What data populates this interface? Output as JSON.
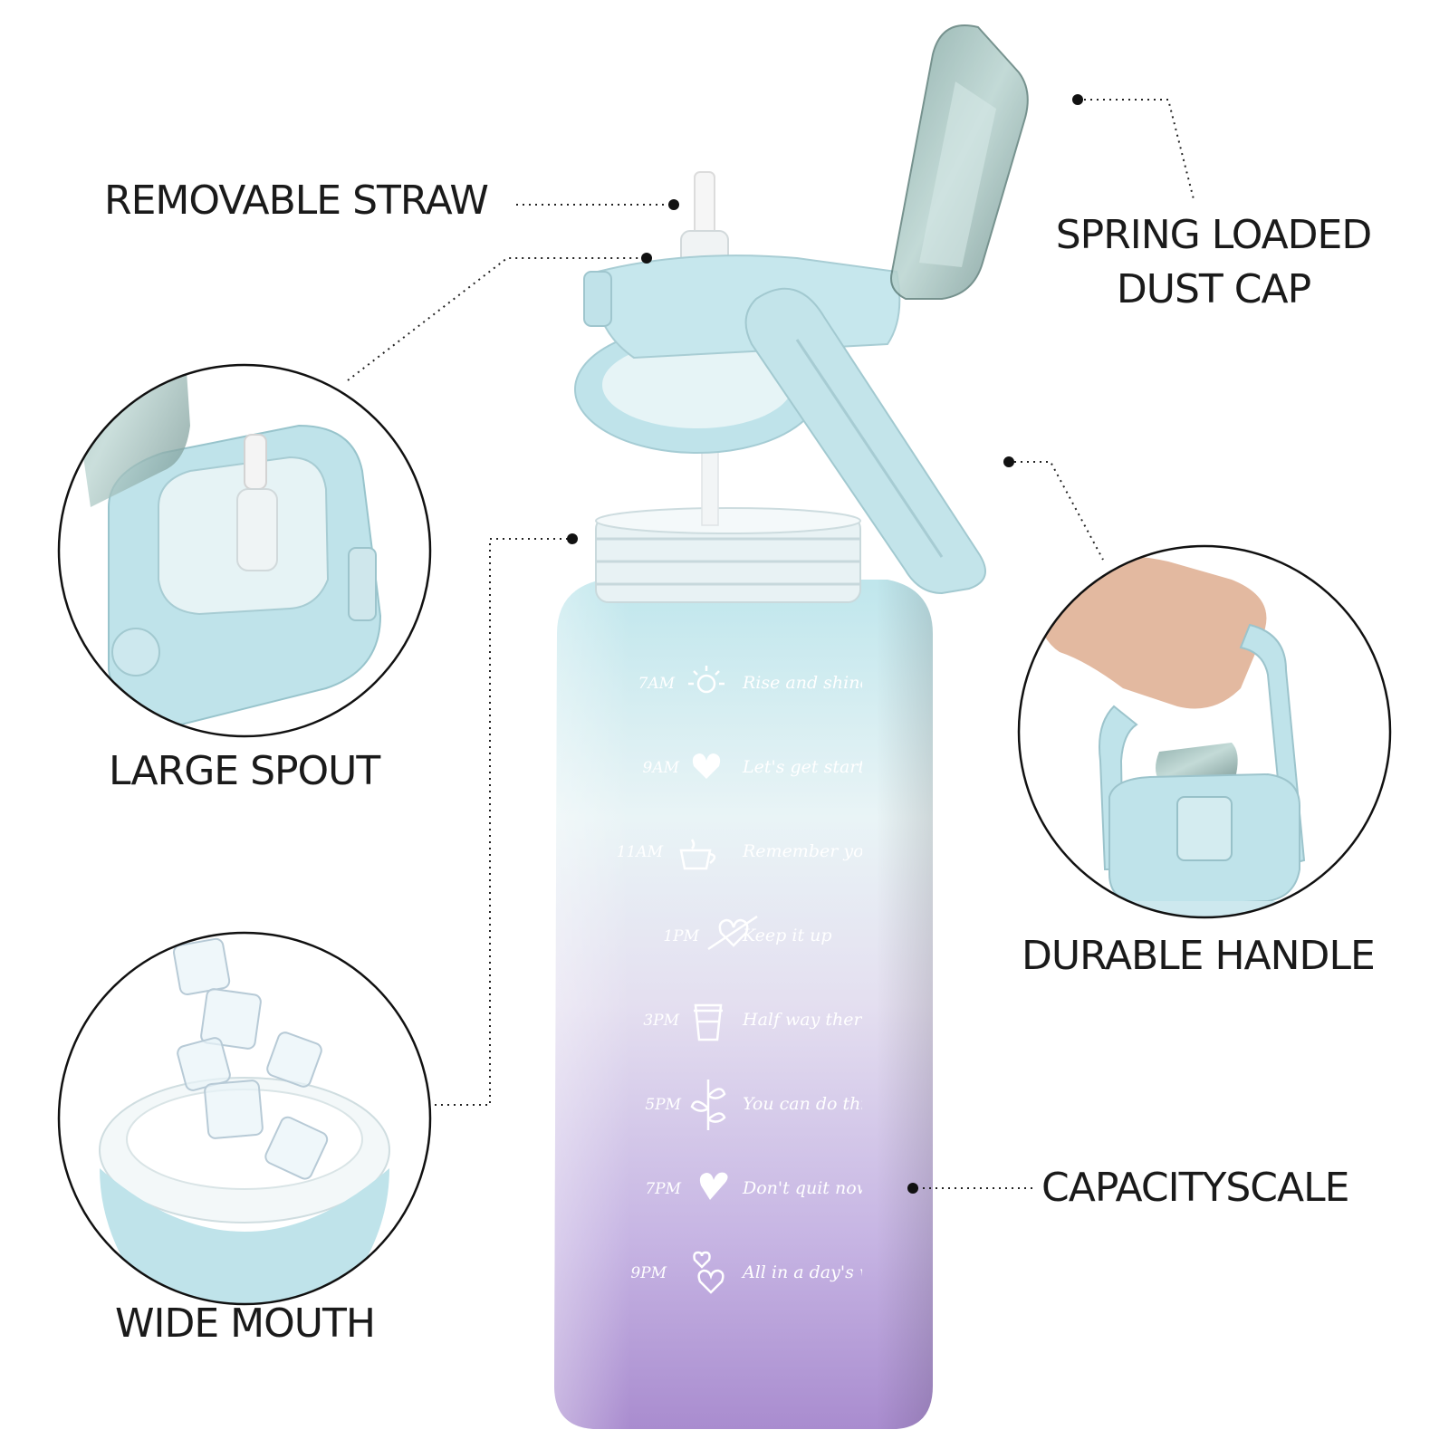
{
  "labels": {
    "removable_straw": "REMOVABLE STRAW",
    "spring_cap_line1": "SPRING LOADED",
    "spring_cap_line2": "DUST CAP",
    "large_spout": "LARGE SPOUT",
    "durable_handle": "DURABLE HANDLE",
    "capacity_scale": "CAPACITYSCALE",
    "wide_mouth": "WIDE MOUTH"
  },
  "schedule": [
    {
      "time": "7AM",
      "message": "Rise and shine",
      "icon": "sun-icon"
    },
    {
      "time": "9AM",
      "message": "Let's get started",
      "icon": "heart-icon"
    },
    {
      "time": "11AM",
      "message": "Remember your goal",
      "icon": "coffee-cup-icon"
    },
    {
      "time": "1PM",
      "message": "Keep it up",
      "icon": "heart-arrow-icon"
    },
    {
      "time": "3PM",
      "message": "Half way there",
      "icon": "takeaway-cup-icon"
    },
    {
      "time": "5PM",
      "message": "You can do this",
      "icon": "leaf-icon"
    },
    {
      "time": "7PM",
      "message": "Don't quit now!",
      "icon": "heart-icon"
    },
    {
      "time": "9PM",
      "message": "All in a day's work",
      "icon": "two-hearts-icon"
    }
  ],
  "colors": {
    "bottle_top": "#bfe6ec",
    "bottle_mid": "#e4dff0",
    "bottle_bottom": "#a98ccf",
    "lid": "#bfe3ea",
    "cap": "#8fb5b0",
    "text": "#1a1a1a"
  }
}
